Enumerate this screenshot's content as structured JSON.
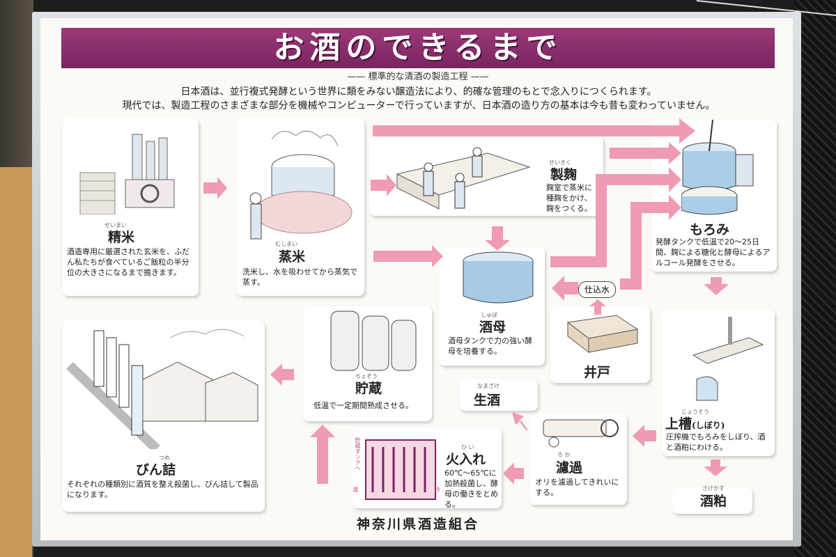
{
  "title": "お酒のできるまで",
  "subtitle": "—— 標準的な清酒の製造工程 ——",
  "intro": {
    "line1": "日本酒は、並行複式発酵という世界に類をみない醸造法により、的確な管理のもとで念入りにつくられます。",
    "line2": "現代では、製造工程のさまざまな部分を機械やコンピューターで行っていますが、日本酒の造り方の基本は今も昔も変わっていません。"
  },
  "steps": {
    "seimai": {
      "name": "精米",
      "ruby": "せいまい",
      "desc": "酒造専用に厳選された玄米を、ふだん私たちが食べているご飯粒の半分位の大きさになるまで搗きます。"
    },
    "mushimai": {
      "name": "蒸米",
      "ruby": "むしまい",
      "desc": "洗米し、水を吸わせてから蒸気で蒸す。"
    },
    "seikiku": {
      "name": "製麹",
      "ruby": "せいきく",
      "desc": "麹室で蒸米に種麹をかけ、麹をつくる。"
    },
    "moromi": {
      "name": "もろみ",
      "desc": "発酵タンクで低温で20〜25日間、麹による糖化と酵母によるアルコール発酵をさせる。"
    },
    "shubo": {
      "name": "酒母",
      "ruby": "しゅぼ",
      "desc": "酒母タンクで力の強い酵母を培養する。"
    },
    "ido": {
      "name": "井戸",
      "tag": "仕込水"
    },
    "chozo": {
      "name": "貯蔵",
      "ruby": "ちょぞう",
      "desc": "低温で一定期間熟成させる。"
    },
    "namazake": {
      "name": "生酒",
      "ruby": "なまざけ"
    },
    "hiire": {
      "name": "火入れ",
      "ruby": "ひ い",
      "desc": "60℃〜65℃に加熱殺菌し、酵母の働きをとめる。",
      "tank_label": "貯蔵タンクへ",
      "hot": "湯",
      "cold": "冷"
    },
    "roka": {
      "name": "濾過",
      "ruby": "ろ か",
      "desc": "オリを濾過してきれいにする。"
    },
    "josou": {
      "name": "上槽",
      "sub": "(しぼり)",
      "ruby": "じょうそう",
      "desc": "圧搾機でもろみをしぼり、酒と酒粕にわける。"
    },
    "sakekasu": {
      "name": "酒粕",
      "ruby": "さけかす"
    },
    "binzume": {
      "name": "びん詰",
      "ruby": "つめ",
      "desc": "それぞれの種類別に酒質を整え殺菌し、びん詰して製品になります。"
    }
  },
  "footer": "神奈川県酒造組合",
  "colors": {
    "title_bg": "#8a2e6c",
    "arrow": "#ef9bb2",
    "ink": "#222222"
  }
}
